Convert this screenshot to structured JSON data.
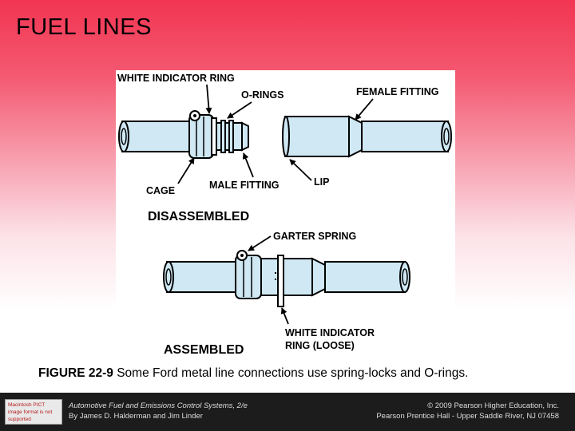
{
  "slide": {
    "title": "FUEL LINES"
  },
  "figure": {
    "labels": {
      "white_indicator_ring": "WHITE INDICATOR RING",
      "o_rings": "O-RINGS",
      "female_fitting": "FEMALE FITTING",
      "cage": "CAGE",
      "male_fitting": "MALE FITTING",
      "lip": "LIP",
      "disassembled": "DISASSEMBLED",
      "garter_spring": "GARTER SPRING",
      "white_indicator_ring_loose_1": "WHITE INDICATOR",
      "white_indicator_ring_loose_2": "RING (LOOSE)",
      "assembled": "ASSEMBLED"
    },
    "tube_color": "#cfe8f4"
  },
  "caption": {
    "label": "FIGURE 22-9",
    "text": " Some Ford metal line connections use spring-locks and O-rings."
  },
  "footer": {
    "badge_text": "Macintosh PICT image format is not supported",
    "book_title": "Automotive Fuel and Emissions Control Systems, 2/e",
    "authors": "By James D. Halderman and Jim Linder",
    "copyright": "© 2009 Pearson Higher Education, Inc.",
    "publisher": "Pearson Prentice Hall - Upper Saddle River, NJ 07458"
  }
}
